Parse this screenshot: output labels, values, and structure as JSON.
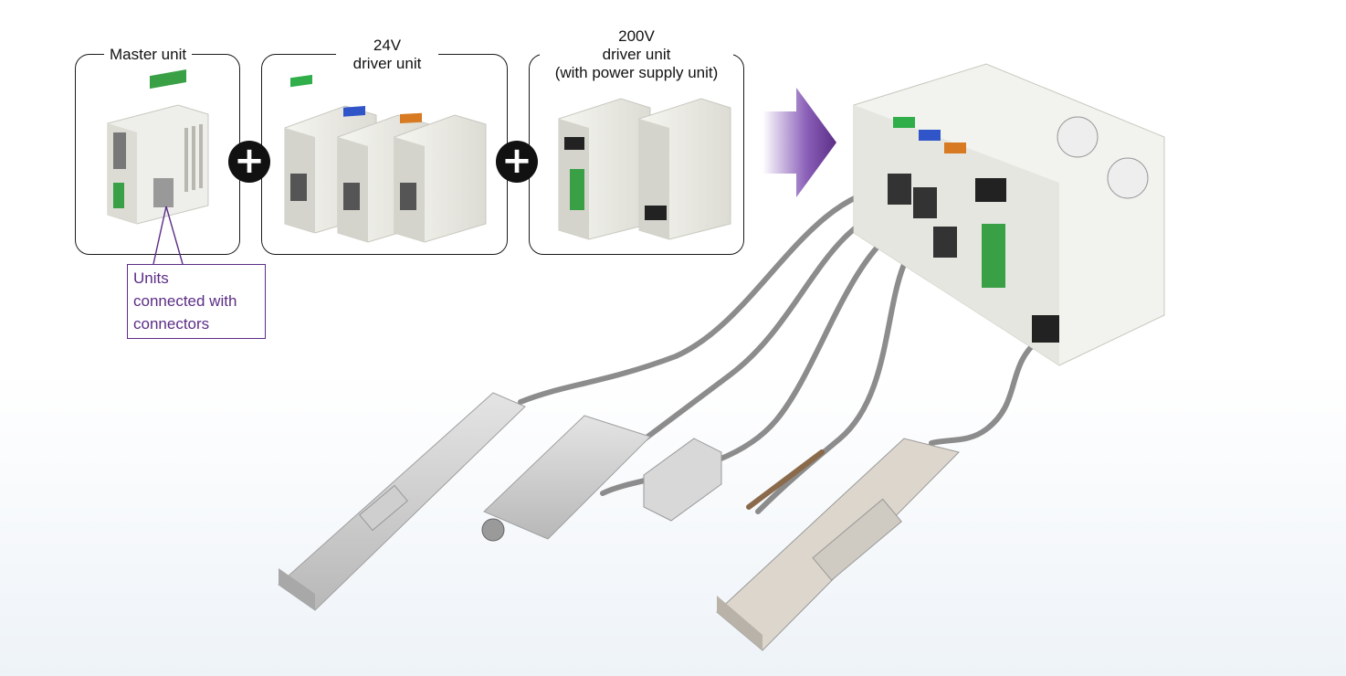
{
  "units": {
    "master": {
      "title": "Master unit"
    },
    "driver24": {
      "title": "24V\ndriver unit"
    },
    "driver200": {
      "title": "200V\ndriver unit\n(with power supply unit)"
    }
  },
  "callout": {
    "text": "Units\nconnected with\nconnectors"
  },
  "icons": {
    "plus": "plus-circle-icon",
    "arrow": "arrow-right-icon"
  },
  "colors": {
    "accent_purple": "#5b2d86",
    "tag_green": "#2fae4a",
    "tag_blue": "#2f55c9",
    "tag_orange": "#d77a22",
    "cable_gray": "#8c8c8c"
  }
}
